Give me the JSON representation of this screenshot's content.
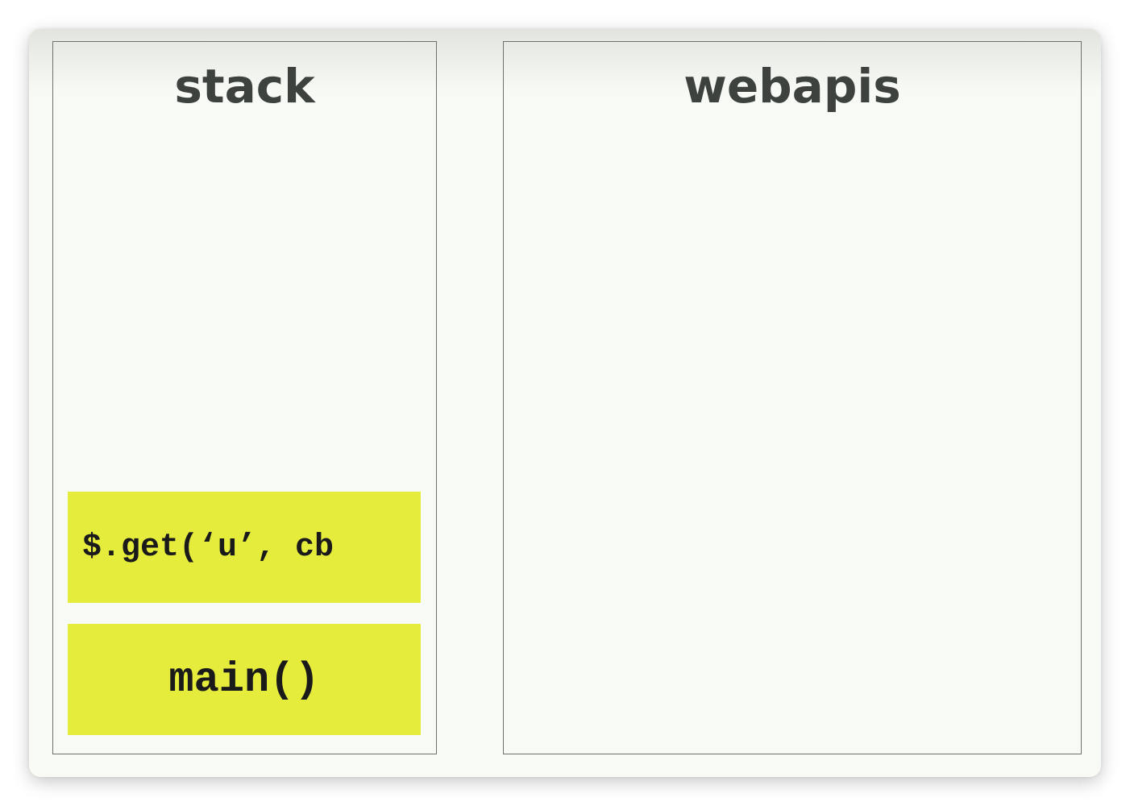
{
  "stack": {
    "title": "stack",
    "frames": [
      {
        "label": "$.get(‘u’, cb"
      },
      {
        "label": "main()"
      }
    ]
  },
  "webapis": {
    "title": "webapis"
  },
  "colors": {
    "frame_fill": "#e6ec3c",
    "panel_border": "#6e706c",
    "title_text": "#3e423f",
    "slide_background": "#f8fbf5"
  }
}
